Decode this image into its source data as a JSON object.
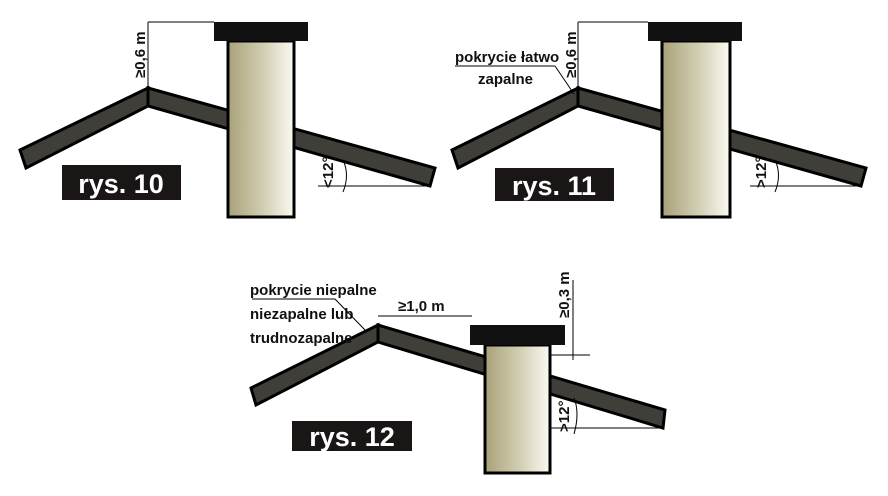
{
  "figures": [
    {
      "label": "rys. 10",
      "height_dim": "≥0,6 m",
      "angle": "<12°"
    },
    {
      "label": "rys. 11",
      "height_dim": "≥0,6 m",
      "angle": ">12°",
      "note_lines": [
        "pokrycie łatwo",
        "zapalne"
      ]
    },
    {
      "label": "rys. 12",
      "height_dim": "≥0,3 m",
      "distance_dim": "≥1,0 m",
      "angle": ">12°",
      "note_lines": [
        "pokrycie niepalne",
        "niezapalne lub",
        "trudnozapalne"
      ]
    }
  ],
  "colors": {
    "roof": "#3f3e39",
    "chimney_dark": "#a8a27a",
    "chimney_light": "#fbfaf2",
    "label_bg": "#1a1616"
  }
}
